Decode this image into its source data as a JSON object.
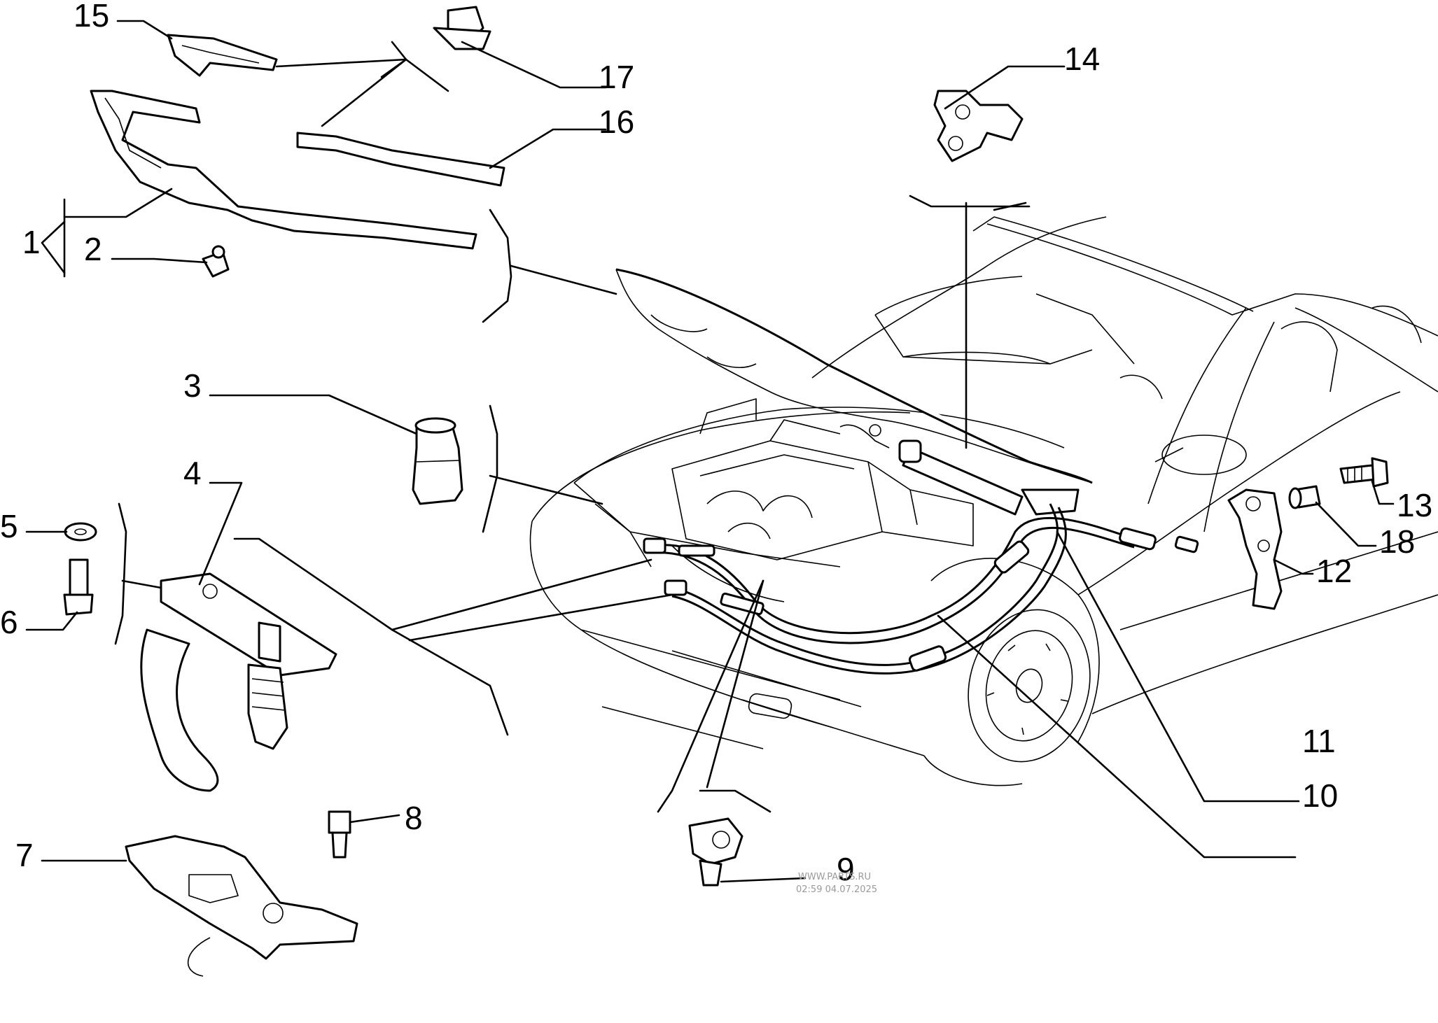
{
  "diagram": {
    "callouts": {
      "c1": "1",
      "c2": "2",
      "c3": "3",
      "c4": "4",
      "c5": "5",
      "c6": "6",
      "c7": "7",
      "c8": "8",
      "c9": "9",
      "c10": "10",
      "c11": "11",
      "c12": "12",
      "c13": "13",
      "c14": "14",
      "c15": "15",
      "c16": "16",
      "c17": "17",
      "c18": "18"
    },
    "watermark": {
      "site": "WWW.PARTS.RU",
      "timestamp": "02:59 04.07.2025"
    }
  }
}
